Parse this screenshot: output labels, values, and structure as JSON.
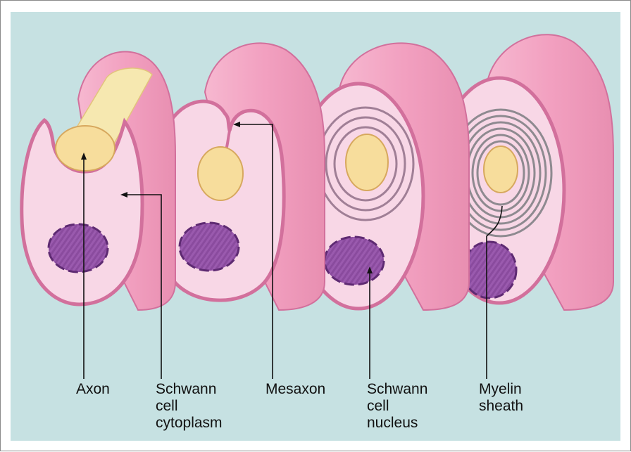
{
  "labels": {
    "axon": "Axon",
    "schwann_cytoplasm": "Schwann\ncell\ncytoplasm",
    "mesaxon": "Mesaxon",
    "schwann_nucleus": "Schwann\ncell\nnucleus",
    "myelin_sheath": "Myelin\nsheath"
  },
  "colors": {
    "background": "#c6e1e2",
    "schwann_tube": "#f2a6c2",
    "schwann_tube_dark": "#e38fb0",
    "cytoplasm_face": "#f8d7e6",
    "membrane": "#d2709c",
    "axon": "#f7dd9c",
    "axon_outline": "#d7a85e",
    "nucleus": "#9457a8",
    "nucleus_outline": "#5e2a72",
    "myelin_wrap": "#8e8a90",
    "leader_line": "#111111"
  },
  "stages": [
    {
      "name": "stage-1-axon-engulfed"
    },
    {
      "name": "stage-2-mesaxon-forms"
    },
    {
      "name": "stage-3-wrapping-begins"
    },
    {
      "name": "stage-4-myelin-sheath"
    }
  ]
}
